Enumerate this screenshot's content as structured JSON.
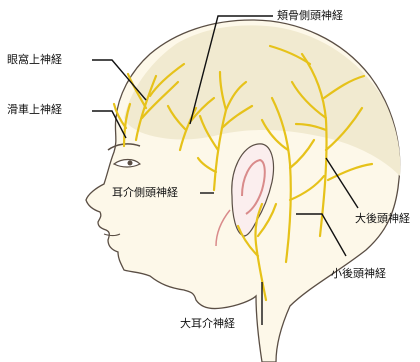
{
  "labels": {
    "zygomaticotemporal": "頬骨側頭神経",
    "supraorbital": "眼窩上神経",
    "supratrochlear": "滑車上神経",
    "auriculotemporal": "耳介側頭神経",
    "greater_occipital": "大後頭神経",
    "lesser_occipital": "小後頭神経",
    "great_auricular": "大耳介神経"
  },
  "colors": {
    "nerve": "#e6c21a",
    "skin": "#fdf8e9",
    "outline": "#5a4e44",
    "hair_shade": "#f1ead0",
    "ear_shade": "#d98b8b",
    "leader": "#111111",
    "text": "#111111"
  }
}
